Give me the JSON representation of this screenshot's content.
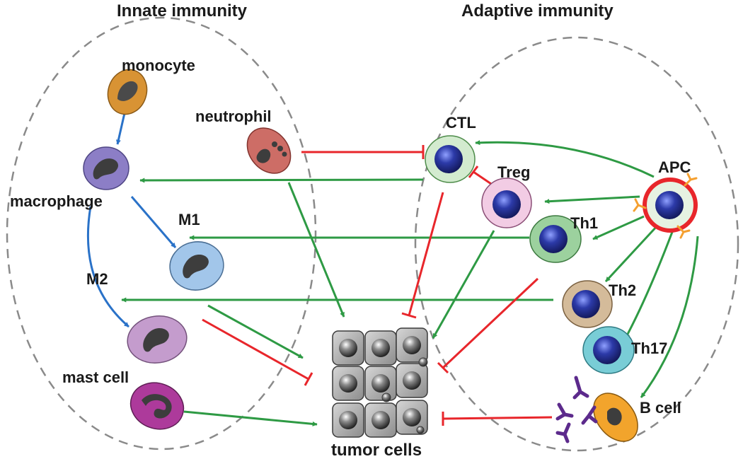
{
  "titles": {
    "innate": "Innate immunity",
    "adaptive": "Adaptive immunity"
  },
  "cells": {
    "monocyte": "monocyte",
    "neutrophil": "neutrophil",
    "macrophage": "macrophage",
    "m1": "M1",
    "m2": "M2",
    "mast_cell": "mast cell",
    "ctl": "CTL",
    "treg": "Treg",
    "apc": "APC",
    "th1": "Th1",
    "th2": "Th2",
    "th17": "Th17",
    "b_cell": "B cell",
    "tumor": "tumor cells"
  },
  "colors": {
    "promote": "#2e9a44",
    "inhibit": "#e8262b",
    "differentiate": "#2a72c8",
    "boundary": "#8a8a8a"
  }
}
